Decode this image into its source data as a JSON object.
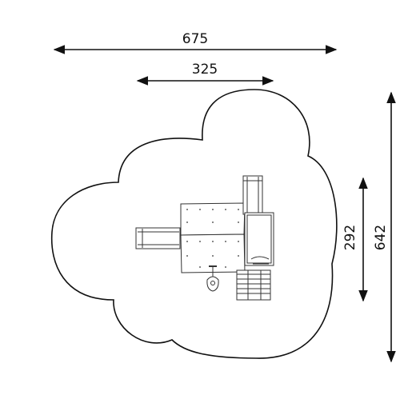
{
  "dimensions": {
    "total_width": "675",
    "inner_width": "325",
    "inner_depth": "292",
    "total_depth": "642"
  },
  "colors": {
    "line": "#111111",
    "background": "#ffffff",
    "equipment_line": "#333333"
  }
}
